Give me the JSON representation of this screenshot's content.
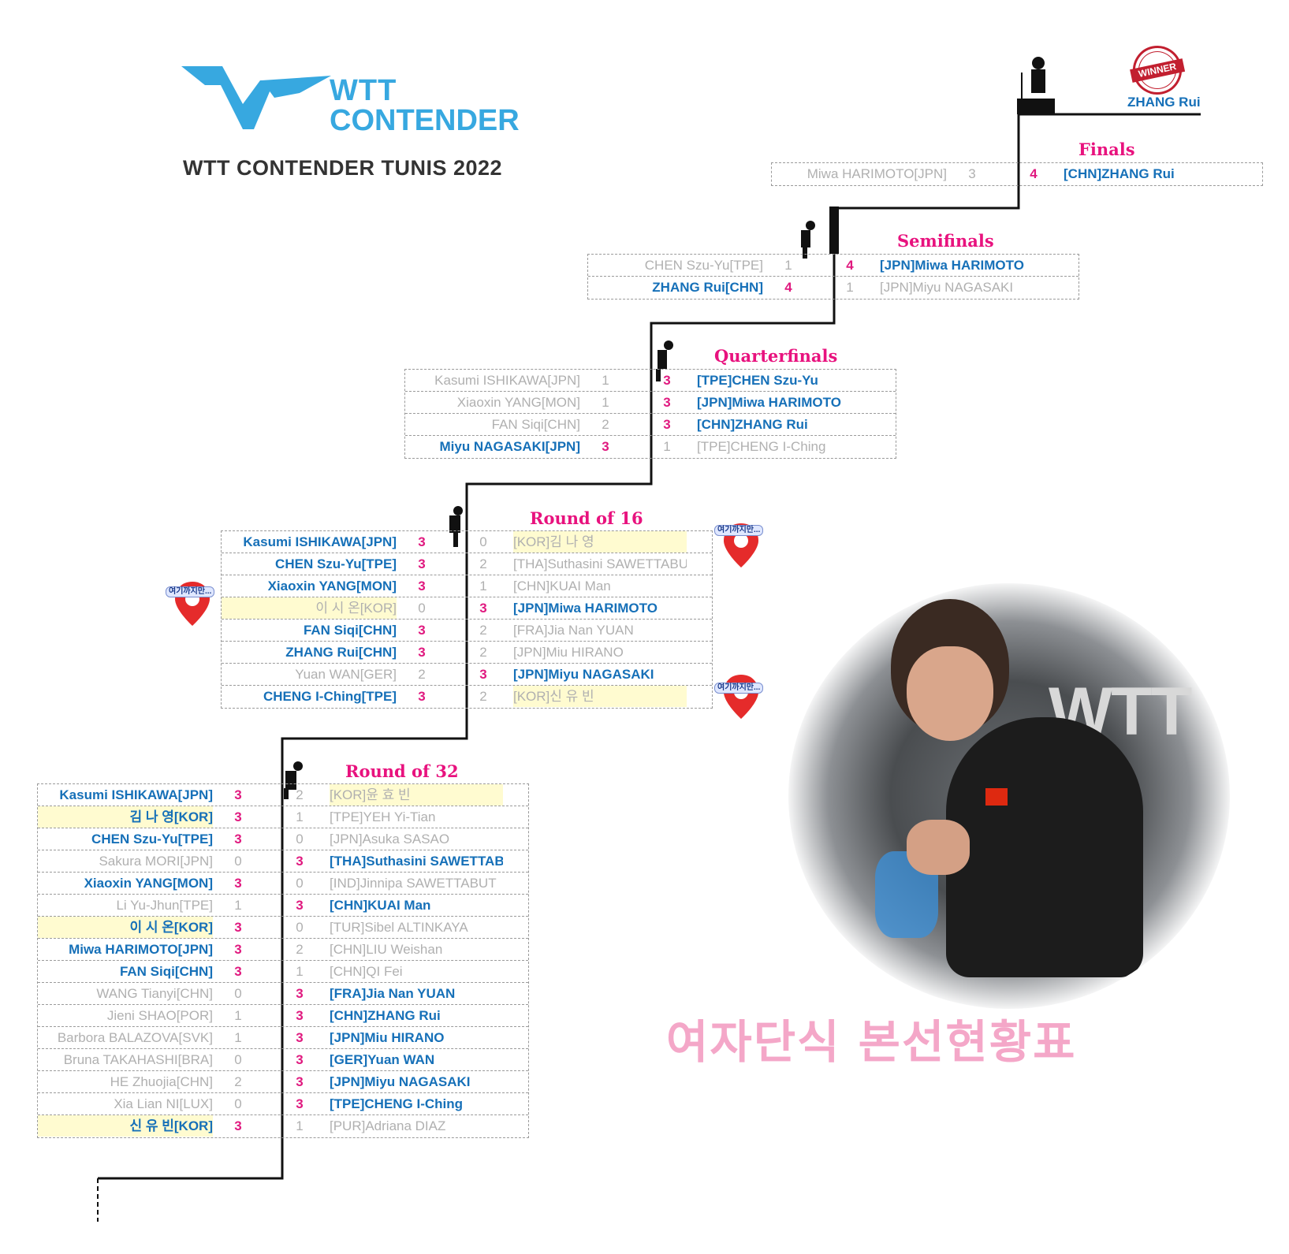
{
  "header": {
    "logo_line1": "WTT",
    "logo_line2": "CONTENDER",
    "event_title": "WTT CONTENDER TUNIS 2022",
    "brand_color": "#37A8E0"
  },
  "winner": {
    "stamp": "WINNER",
    "name": "ZHANG Rui"
  },
  "rounds": {
    "finals": {
      "label": "Finals",
      "rows": [
        {
          "left": "Miwa HARIMOTO[JPN]",
          "ls": "3",
          "rs": "4",
          "right": "[CHN]ZHANG Rui",
          "lw": false,
          "rw": true
        }
      ]
    },
    "semifinals": {
      "label": "Semifinals",
      "rows": [
        {
          "left": "CHEN Szu-Yu[TPE]",
          "ls": "1",
          "rs": "4",
          "right": "[JPN]Miwa HARIMOTO",
          "lw": false,
          "rw": true
        },
        {
          "left": "ZHANG Rui[CHN]",
          "ls": "4",
          "rs": "1",
          "right": "[JPN]Miyu NAGASAKI",
          "lw": true,
          "rw": false
        }
      ]
    },
    "quarterfinals": {
      "label": "Quarterfinals",
      "rows": [
        {
          "left": "Kasumi ISHIKAWA[JPN]",
          "ls": "1",
          "rs": "3",
          "right": "[TPE]CHEN Szu-Yu",
          "lw": false,
          "rw": true
        },
        {
          "left": "Xiaoxin YANG[MON]",
          "ls": "1",
          "rs": "3",
          "right": "[JPN]Miwa HARIMOTO",
          "lw": false,
          "rw": true
        },
        {
          "left": "FAN Siqi[CHN]",
          "ls": "2",
          "rs": "3",
          "right": "[CHN]ZHANG Rui",
          "lw": false,
          "rw": true
        },
        {
          "left": "Miyu NAGASAKI[JPN]",
          "ls": "3",
          "rs": "1",
          "right": "[TPE]CHENG I-Ching",
          "lw": true,
          "rw": false
        }
      ]
    },
    "r16": {
      "label": "Round of 16",
      "rows": [
        {
          "left": "Kasumi ISHIKAWA[JPN]",
          "ls": "3",
          "rs": "0",
          "right": "[KOR]김  나  영",
          "lw": true,
          "rw": false,
          "rk": true
        },
        {
          "left": "CHEN Szu-Yu[TPE]",
          "ls": "3",
          "rs": "2",
          "right": "[THA]Suthasini SAWETTABUT",
          "lw": true,
          "rw": false
        },
        {
          "left": "Xiaoxin YANG[MON]",
          "ls": "3",
          "rs": "1",
          "right": "[CHN]KUAI Man",
          "lw": true,
          "rw": false
        },
        {
          "left": "이  시  온[KOR]",
          "ls": "0",
          "rs": "3",
          "right": "[JPN]Miwa HARIMOTO",
          "lw": false,
          "rw": true,
          "lk": true
        },
        {
          "left": "FAN Siqi[CHN]",
          "ls": "3",
          "rs": "2",
          "right": "[FRA]Jia Nan YUAN",
          "lw": true,
          "rw": false
        },
        {
          "left": "ZHANG Rui[CHN]",
          "ls": "3",
          "rs": "2",
          "right": "[JPN]Miu HIRANO",
          "lw": true,
          "rw": false
        },
        {
          "left": "Yuan WAN[GER]",
          "ls": "2",
          "rs": "3",
          "right": "[JPN]Miyu NAGASAKI",
          "lw": false,
          "rw": true
        },
        {
          "left": "CHENG I-Ching[TPE]",
          "ls": "3",
          "rs": "2",
          "right": "[KOR]신  유  빈",
          "lw": true,
          "rw": false,
          "rk": true
        }
      ]
    },
    "r32": {
      "label": "Round of 32",
      "rows": [
        {
          "left": "Kasumi ISHIKAWA[JPN]",
          "ls": "3",
          "rs": "2",
          "right": "[KOR]윤  효  빈",
          "lw": true,
          "rw": false,
          "rk": true
        },
        {
          "left": "김  나  영[KOR]",
          "ls": "3",
          "rs": "1",
          "right": "[TPE]YEH Yi-Tian",
          "lw": true,
          "rw": false,
          "lk": true
        },
        {
          "left": "CHEN Szu-Yu[TPE]",
          "ls": "3",
          "rs": "0",
          "right": "[JPN]Asuka SASAO",
          "lw": true,
          "rw": false
        },
        {
          "left": "Sakura MORI[JPN]",
          "ls": "0",
          "rs": "3",
          "right": "[THA]Suthasini SAWETTABUT",
          "lw": false,
          "rw": true
        },
        {
          "left": "Xiaoxin YANG[MON]",
          "ls": "3",
          "rs": "0",
          "right": "[IND]Jinnipa SAWETTABUT",
          "lw": true,
          "rw": false
        },
        {
          "left": "Li Yu-Jhun[TPE]",
          "ls": "1",
          "rs": "3",
          "right": "[CHN]KUAI Man",
          "lw": false,
          "rw": true
        },
        {
          "left": "이  시  온[KOR]",
          "ls": "3",
          "rs": "0",
          "right": "[TUR]Sibel ALTINKAYA",
          "lw": true,
          "rw": false,
          "lk": true
        },
        {
          "left": "Miwa HARIMOTO[JPN]",
          "ls": "3",
          "rs": "2",
          "right": "[CHN]LIU Weishan",
          "lw": true,
          "rw": false
        },
        {
          "left": "FAN Siqi[CHN]",
          "ls": "3",
          "rs": "1",
          "right": "[CHN]QI Fei",
          "lw": true,
          "rw": false
        },
        {
          "left": "WANG Tianyi[CHN]",
          "ls": "0",
          "rs": "3",
          "right": "[FRA]Jia Nan YUAN",
          "lw": false,
          "rw": true
        },
        {
          "left": "Jieni SHAO[POR]",
          "ls": "1",
          "rs": "3",
          "right": "[CHN]ZHANG Rui",
          "lw": false,
          "rw": true
        },
        {
          "left": "Barbora BALAZOVA[SVK]",
          "ls": "1",
          "rs": "3",
          "right": "[JPN]Miu HIRANO",
          "lw": false,
          "rw": true
        },
        {
          "left": "Bruna TAKAHASHI[BRA]",
          "ls": "0",
          "rs": "3",
          "right": "[GER]Yuan WAN",
          "lw": false,
          "rw": true
        },
        {
          "left": "HE Zhuojia[CHN]",
          "ls": "2",
          "rs": "3",
          "right": "[JPN]Miyu NAGASAKI",
          "lw": false,
          "rw": true
        },
        {
          "left": "Xia Lian NI[LUX]",
          "ls": "0",
          "rs": "3",
          "right": "[TPE]CHENG I-Ching",
          "lw": false,
          "rw": true
        },
        {
          "left": "신  유  빈[KOR]",
          "ls": "3",
          "rs": "1",
          "right": "[PUR]Adriana DIAZ",
          "lw": true,
          "rw": false,
          "lk": true
        }
      ]
    }
  },
  "pins": [
    "여기까지만...",
    "여기까지만...",
    "여기까지만..."
  ],
  "photo_banner": "WTT",
  "footer_title": "여자단식 본선현황표",
  "colors": {
    "winner_text": "#1670B8",
    "winning_score": "#E0197F",
    "loser": "#B0B0B0",
    "korean_highlight": "#FFFBD0",
    "round_label": "#E8127E",
    "footer_pink": "#F4A7C8"
  }
}
